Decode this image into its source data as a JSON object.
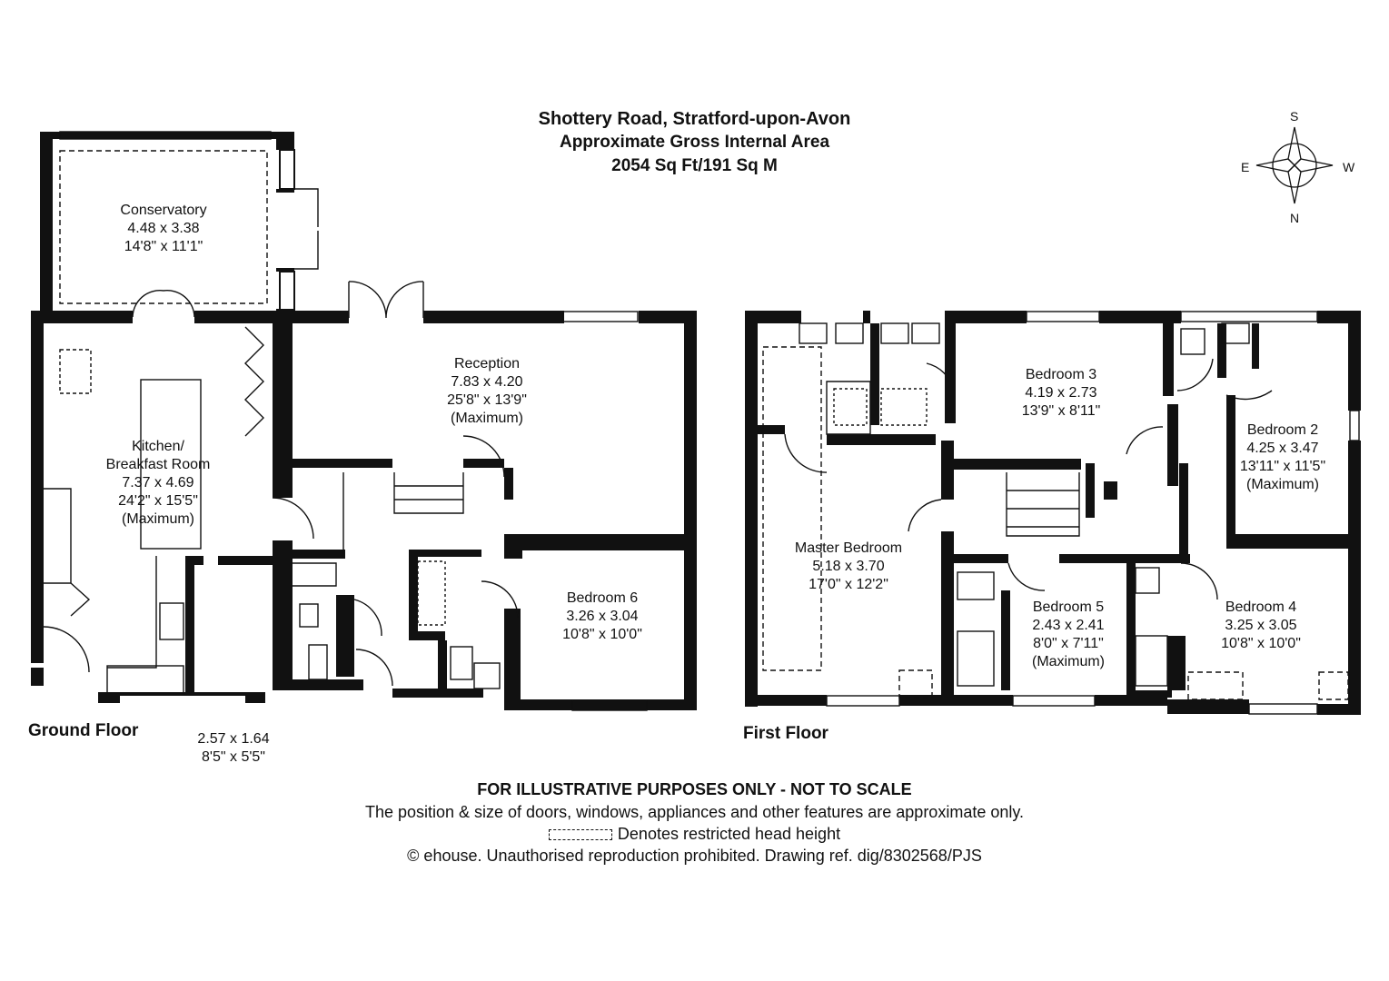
{
  "header": {
    "address": "Shottery Road, Stratford-upon-Avon",
    "area_label": "Approximate Gross Internal Area",
    "area_value": "2054 Sq Ft/191 Sq M"
  },
  "compass": {
    "north": "N",
    "south": "S",
    "east": "E",
    "west": "W"
  },
  "floors": {
    "ground": "Ground Floor",
    "first": "First Floor"
  },
  "ground_rooms": [
    {
      "name": "Conservatory",
      "metric": "4.48 x 3.38",
      "imperial": "14'8\" x 11'1\"",
      "note": ""
    },
    {
      "name": "Kitchen/",
      "name2": "Breakfast Room",
      "metric": "7.37 x 4.69",
      "imperial": "24'2\" x 15'5\"",
      "note": "(Maximum)"
    },
    {
      "name": "Reception",
      "metric": "7.83 x 4.20",
      "imperial": "25'8\" x 13'9\"",
      "note": "(Maximum)"
    },
    {
      "name": "Bedroom 6",
      "metric": "3.26 x 3.04",
      "imperial": "10'8\" x 10'0\"",
      "note": ""
    },
    {
      "name": "",
      "metric": "2.57 x 1.64",
      "imperial": "8'5\" x 5'5\"",
      "note": ""
    }
  ],
  "first_rooms": [
    {
      "name": "Master Bedroom",
      "metric": "5.18 x 3.70",
      "imperial": "17'0\" x 12'2\"",
      "note": ""
    },
    {
      "name": "Bedroom 3",
      "metric": "4.19 x 2.73",
      "imperial": "13'9\" x 8'11\"",
      "note": ""
    },
    {
      "name": "Bedroom 2",
      "metric": "4.25 x 3.47",
      "imperial": "13'11\" x 11'5\"",
      "note": "(Maximum)"
    },
    {
      "name": "Bedroom 5",
      "metric": "2.43 x 2.41",
      "imperial": "8'0\" x 7'11\"",
      "note": "(Maximum)"
    },
    {
      "name": "Bedroom 4",
      "metric": "3.25 x 3.05",
      "imperial": "10'8\" x 10'0\"",
      "note": ""
    }
  ],
  "disclaimer": {
    "title": "FOR ILLUSTRATIVE PURPOSES ONLY - NOT TO SCALE",
    "line1": "The position & size of doors, windows, appliances and other features are approximate only.",
    "legend": "Denotes restricted head height",
    "copyright": "© ehouse. Unauthorised reproduction prohibited. Drawing ref. dig/8302568/PJS"
  }
}
